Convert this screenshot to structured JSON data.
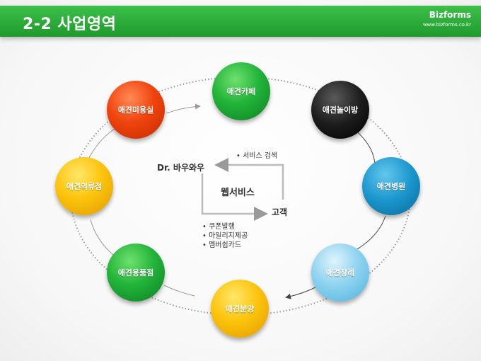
{
  "header": {
    "title": "2-2 사업영역",
    "brand": "Bizforms",
    "brand_url": "www.bizforms.co.kr"
  },
  "nodes": {
    "cafe": "애견카페",
    "play": "애견놀이방",
    "hospital": "애견병원",
    "funeral": "애견장례",
    "adoption": "애견분양",
    "supplies": "애견용품점",
    "clothing": "애견의류점",
    "beauty": "애견미용실"
  },
  "center": {
    "title": "웹서비스",
    "provider": "Dr. 바우와우",
    "customer": "고객",
    "search_note": "• 서비스 검색",
    "bullets": [
      "• 쿠폰발행",
      "• 마일리지제공",
      "• 멤버쉽카드"
    ]
  }
}
